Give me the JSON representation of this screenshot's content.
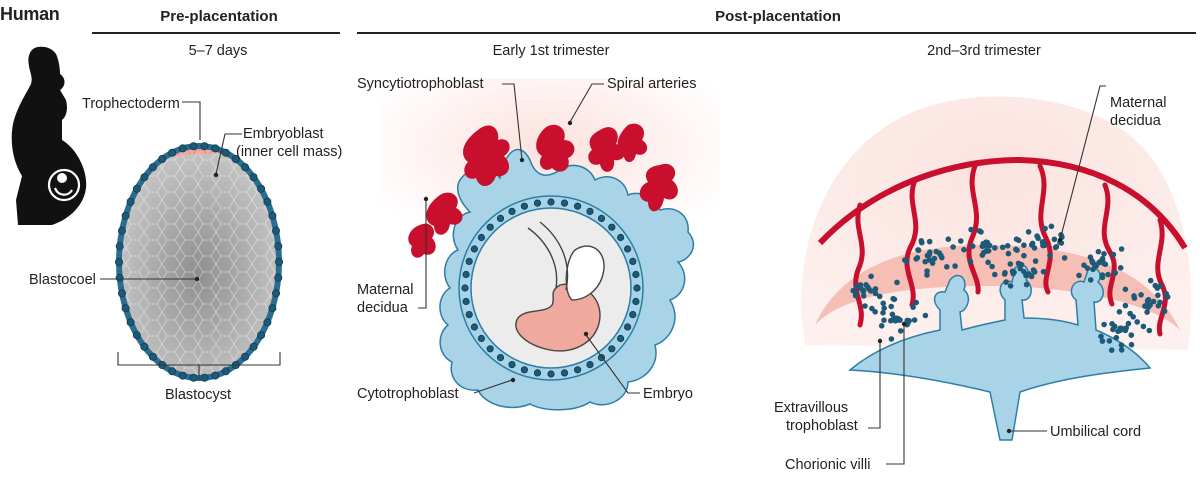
{
  "title": "Human",
  "sections": {
    "pre": {
      "header": "Pre-placentation",
      "sub": "5–7 days"
    },
    "post": {
      "header": "Post-placentation",
      "early": "Early 1st trimester",
      "late": "2nd–3rd trimester"
    }
  },
  "labels": {
    "trophectoderm": "Trophectoderm",
    "embryoblast_1": "Embryoblast",
    "embryoblast_2": "(inner cell mass)",
    "blastocoel": "Blastocoel",
    "blastocyst": "Blastocyst",
    "syncytiotrophoblast": "Syncytiotrophoblast",
    "spiral_arteries": "Spiral arteries",
    "maternal_decidua_1": "Maternal",
    "maternal_decidua_2": "decidua",
    "cytotrophoblast": "Cytotrophoblast",
    "embryo": "Embryo",
    "extravillous_1": "Extravillous",
    "extravillous_2": "trophoblast",
    "chorionic_villi": "Chorionic villi",
    "umbilical_cord": "Umbilical cord"
  },
  "colors": {
    "trophoblast_blue": "#a9d4e8",
    "outline_blue": "#2b7fa7",
    "cell_dot": "#1d5a78",
    "artery_red": "#c8102e",
    "decidua_pink": "#fbe3df",
    "embryoblast_pink": "#f3aaa0",
    "blastocoel_gray": "#a7a7a7"
  }
}
